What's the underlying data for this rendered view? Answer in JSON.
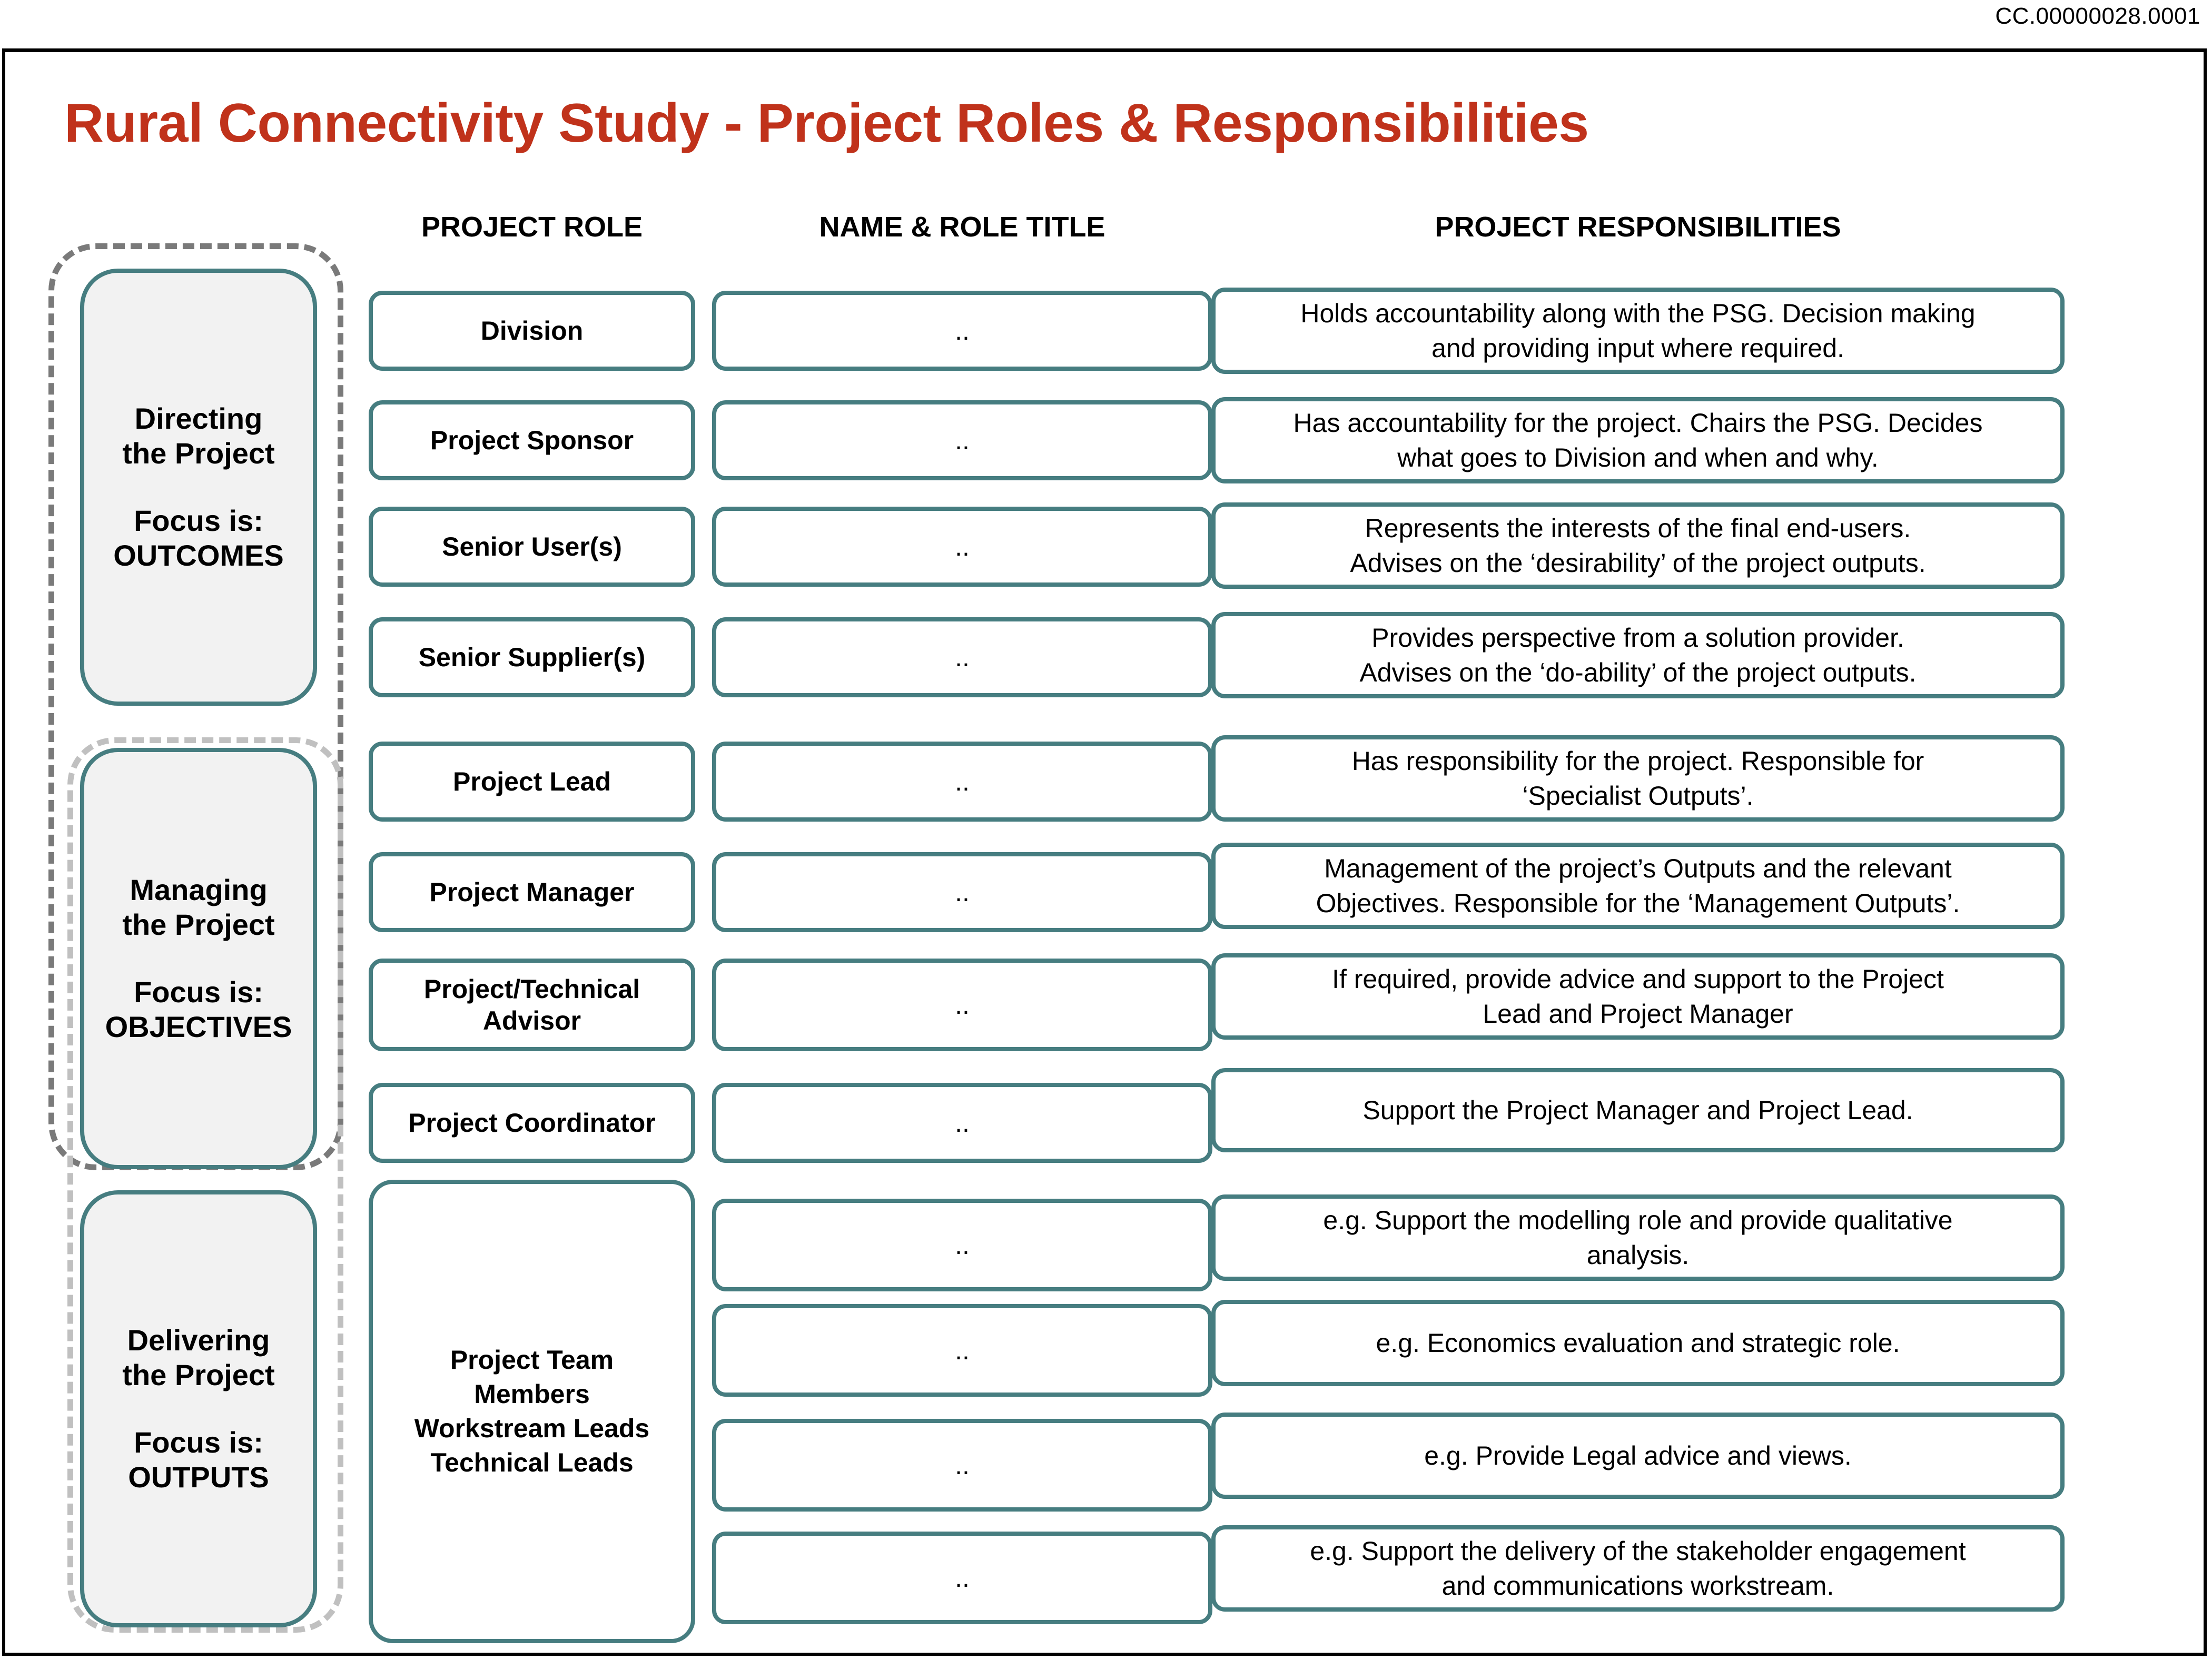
{
  "doc_code": "CC.00000028.0001",
  "title": "Rural Connectivity Study - Project Roles & Responsibilities",
  "colors": {
    "title_red": "#C0321B",
    "teal_border": "#467D80",
    "panel_fill": "#F2F2F2",
    "dashed_dark": "#7a7a7a",
    "dashed_light": "#c0c0c0"
  },
  "headers": {
    "role": "PROJECT ROLE",
    "name": "NAME & ROLE TITLE",
    "responsibilities": "PROJECT RESPONSIBILITIES"
  },
  "phases": [
    {
      "name": "Directing\nthe Project",
      "focus": "Focus is:\nOUTCOMES"
    },
    {
      "name": "Managing\nthe Project",
      "focus": "Focus is:\nOBJECTIVES"
    },
    {
      "name": "Delivering\nthe Project",
      "focus": "Focus is:\nOUTPUTS"
    }
  ],
  "team_role_label": "Project Team\nMembers\nWorkstream Leads\nTechnical Leads",
  "name_placeholder": "..",
  "rows": [
    {
      "role": "Division",
      "name": "..",
      "responsibility_lines": [
        "Holds accountability along with the PSG. Decision making",
        "and providing input where required."
      ]
    },
    {
      "role": "Project Sponsor",
      "name": "..",
      "responsibility_lines": [
        "Has accountability for the project. Chairs the PSG. Decides",
        "what goes to Division and when and why."
      ]
    },
    {
      "role": "Senior User(s)",
      "name": "..",
      "responsibility_lines": [
        "Represents the interests of the final end-users.",
        "Advises on the ‘desirability’ of the project outputs."
      ]
    },
    {
      "role": "Senior Supplier(s)",
      "name": "..",
      "responsibility_lines": [
        "Provides perspective from a solution provider.",
        "Advises  on the ‘do-ability’ of the project outputs."
      ]
    },
    {
      "role": "Project Lead",
      "name": "..",
      "responsibility_lines": [
        "Has responsibility for the project.  Responsible for",
        "‘Specialist Outputs’."
      ]
    },
    {
      "role": "Project Manager",
      "name": "..",
      "responsibility_lines": [
        "Management of the project’s Outputs and the relevant",
        "Objectives. Responsible for the ‘Management Outputs’."
      ]
    },
    {
      "role": "Project/Technical\nAdvisor",
      "name": "..",
      "responsibility_lines": [
        "If required, provide advice and support to the Project",
        "Lead and Project Manager"
      ]
    },
    {
      "role": "Project Coordinator",
      "name": "..",
      "responsibility_lines": [
        "Support the Project Manager and Project Lead."
      ]
    },
    {
      "role": null,
      "name": "..",
      "responsibility_lines": [
        "e.g. Support the modelling role and provide qualitative",
        "analysis."
      ]
    },
    {
      "role": null,
      "name": "..",
      "responsibility_lines": [
        "e.g. Economics evaluation and strategic role."
      ]
    },
    {
      "role": null,
      "name": "..",
      "responsibility_lines": [
        "e.g. Provide Legal advice and views."
      ]
    },
    {
      "role": null,
      "name": "..",
      "responsibility_lines": [
        "e.g. Support the delivery of the stakeholder engagement",
        "and communications workstream."
      ]
    }
  ]
}
